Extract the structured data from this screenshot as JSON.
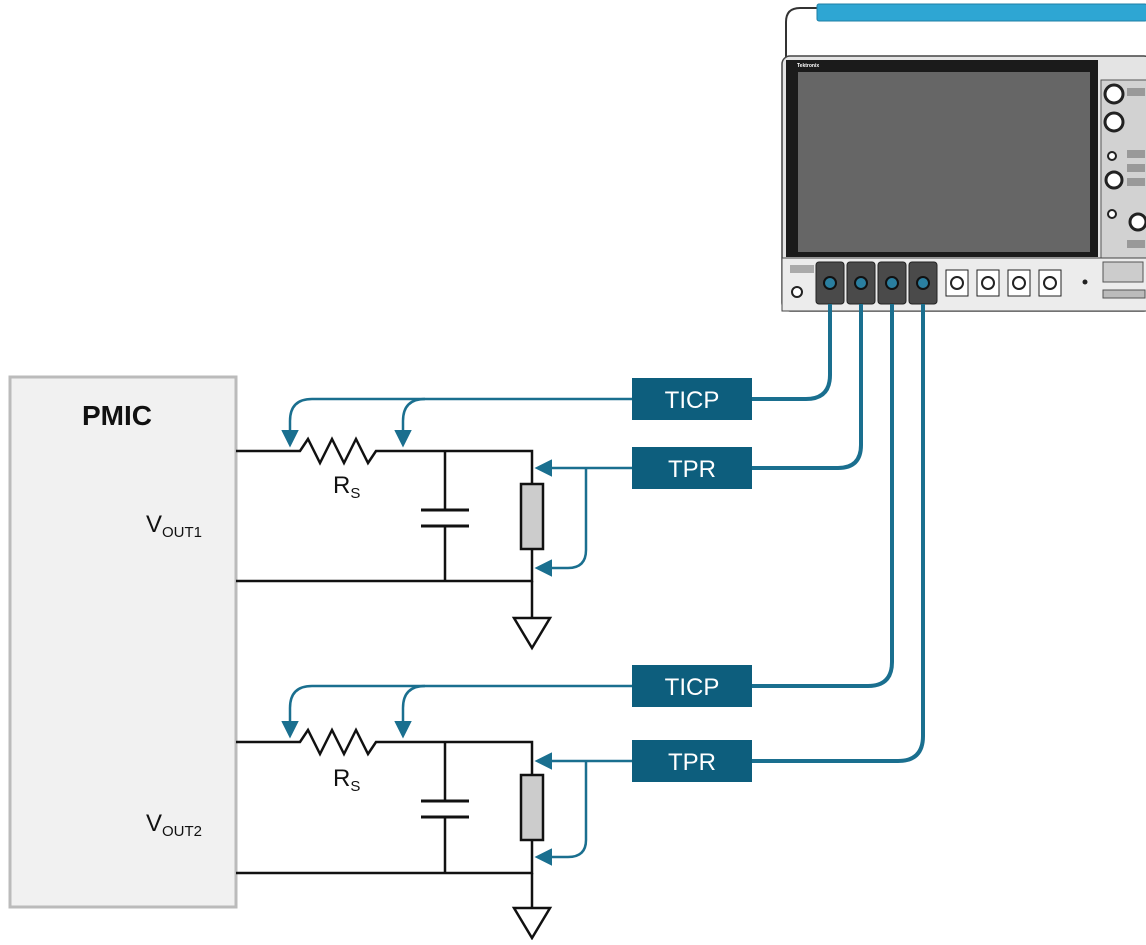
{
  "pmic": {
    "label": "PMIC"
  },
  "rails": [
    {
      "v_main": "V",
      "v_sub": "OUT1",
      "r_main": "R",
      "r_sub": "S"
    },
    {
      "v_main": "V",
      "v_sub": "OUT2",
      "r_main": "R",
      "r_sub": "S"
    }
  ],
  "probes": [
    {
      "label": "TICP",
      "type": "current"
    },
    {
      "label": "TPR",
      "type": "voltage"
    },
    {
      "label": "TICP",
      "type": "current"
    },
    {
      "label": "TPR",
      "type": "voltage"
    }
  ],
  "scope": {
    "brand": "Tektronix"
  },
  "colors": {
    "probe": "#0d5e7d",
    "cable": "#1a6f8f",
    "wire": "#111111",
    "box_border": "#bbbbbb",
    "box_fill": "#f1f1f1",
    "scope_handle": "#2ea6d3"
  }
}
